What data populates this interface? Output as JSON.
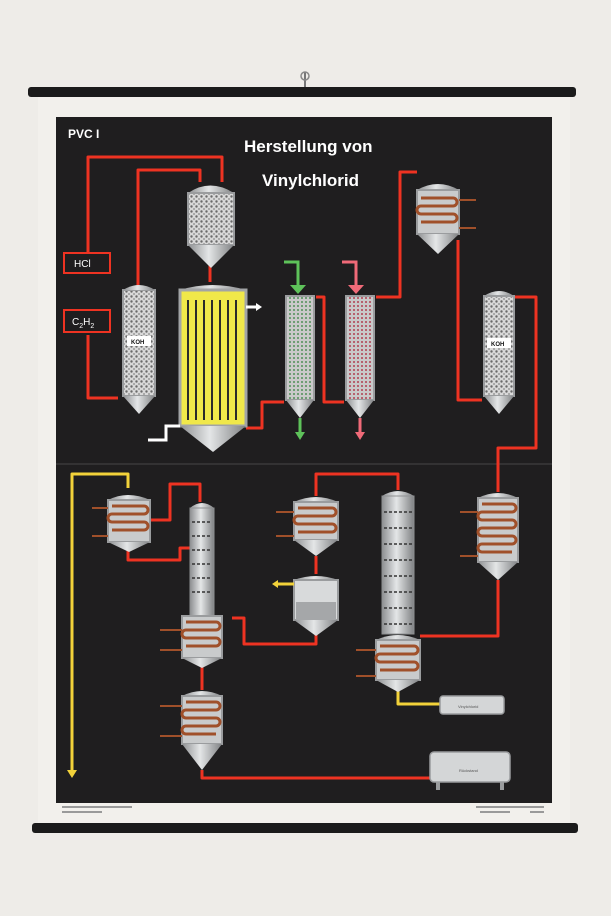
{
  "poster": {
    "code": "PVC I",
    "title_line1": "Herstellung von",
    "title_line2": "Vinylchlorid",
    "label_hcl": "HCl",
    "label_c2h2_main": "C",
    "label_c2h2_sub1": "2",
    "label_c2h2_mid": "H",
    "label_c2h2_sub2": "2",
    "koh_left": "KOH",
    "koh_right": "KOH",
    "tank1_label": "Vinylchlorid",
    "tank2_label": "Rückstand"
  },
  "colors": {
    "poster_bg": "#1f1e1f",
    "red_line": "#ee3322",
    "yellow_line": "#f2d23a",
    "green_arrow": "#5ec25a",
    "pink_arrow": "#f06a78",
    "coil": "#a0502a",
    "vessel": "#c9cbcc"
  }
}
